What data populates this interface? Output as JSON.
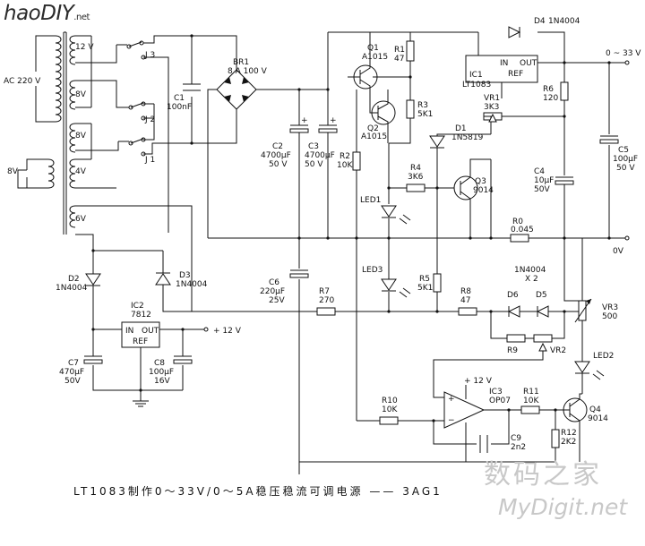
{
  "logos": {
    "site_left": "haoDIY",
    "site_left_suffix": ".net",
    "site_right_cn": "数码之家",
    "site_right_en": "MyDigit.net"
  },
  "title": {
    "text": "LT1083制作0～33V/0～5A稳压稳流可调电源",
    "dash": "——",
    "code": "3AG1"
  },
  "labels": {
    "ac": "AC 220 V",
    "t12": "12 V",
    "t8a": "8V",
    "t8b": "8V",
    "t4": "4V",
    "t8c": "8V",
    "t6": "6V",
    "j3": "J 3",
    "j2": "J 2",
    "j1": "J 1",
    "c1": "C1",
    "c1v": "100nF",
    "br1": "BR1",
    "br1v": "8 A 100 V",
    "c2": "C2",
    "c2v": "4700µF",
    "c2r": "50 V",
    "c3": "C3",
    "c3v": "4700µF",
    "c3r": "50 V",
    "q1": "Q1",
    "q1v": "A1015",
    "q2": "Q2",
    "q2v": "A1015",
    "r1": "R1",
    "r1v": "47",
    "r3": "R3",
    "r3v": "5K1",
    "r2": "R2",
    "r2v": "10K",
    "d1": "D1",
    "d1v": "1N5819",
    "r4": "R4",
    "r4v": "3K6",
    "q3": "Q3",
    "q3v": "9014",
    "led1": "LED1",
    "led3": "LED3",
    "ic1": "IC1",
    "ic1v": "LT1083",
    "ic1in": "IN",
    "ic1out": "OUT",
    "ic1ref": "REF",
    "d4": "D4",
    "d4v": "1N4004",
    "vr1": "VR1",
    "vr1v": "3K3",
    "r6": "R6",
    "r6v": "120",
    "out_range": "0 ~ 33 V",
    "out_0": "0V",
    "c4": "C4",
    "c4v": "10µF",
    "c4r": "50V",
    "c5": "C5",
    "c5v": "100µF",
    "c5r": "50 V",
    "r0": "R0",
    "r0v": "0.045",
    "d2": "D2",
    "d2v": "1N4004",
    "d3": "D3",
    "d3v": "1N4004",
    "c6": "C6",
    "c6v": "220µF",
    "c6r": "25V",
    "r7": "R7",
    "r7v": "270",
    "r5": "R5",
    "r5v": "5K1",
    "r8": "R8",
    "r8v": "47",
    "d56": "1N4004",
    "d56x": "X 2",
    "d6": "D6",
    "d5": "D5",
    "vr3": "VR3",
    "vr3v": "500",
    "r9": "R9",
    "vr2": "VR2",
    "led2": "LED2",
    "ic2": "IC2",
    "ic2v": "7812",
    "ic2in": "IN",
    "ic2out": "OUT",
    "ic2ref": "REF",
    "v12": "+ 12 V",
    "c7": "C7",
    "c7v": "470µF",
    "c7r": "50V",
    "c8": "C8",
    "c8v": "100µF",
    "c8r": "16V",
    "ic3": "IC3",
    "ic3v": "OP07",
    "ic3p": "+ 12 V",
    "r10": "R10",
    "r10v": "10K",
    "r11": "R11",
    "r11v": "10K",
    "c9": "C9",
    "c9v": "2n2",
    "r12": "R12",
    "r12v": "2K2",
    "q4": "Q4",
    "q4v": "9014"
  }
}
